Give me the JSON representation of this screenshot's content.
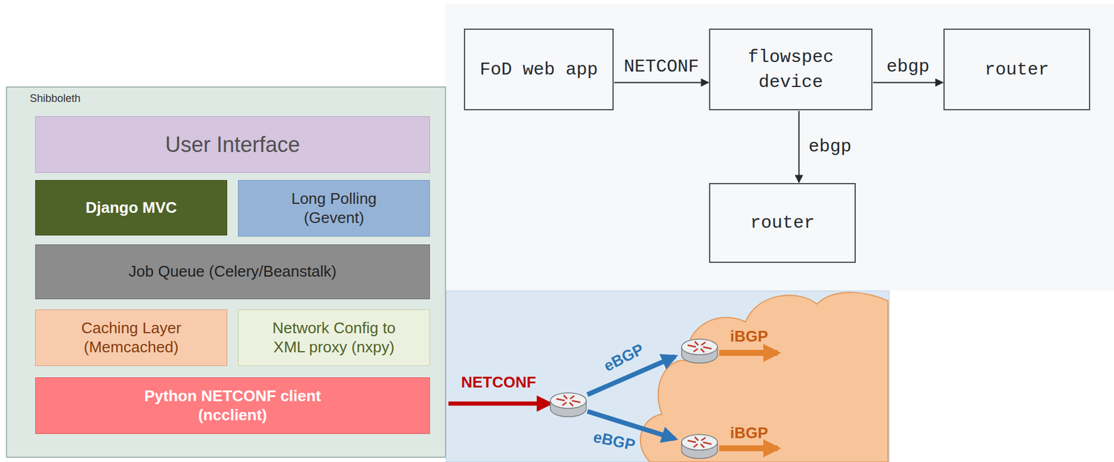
{
  "diagram": {
    "nodes": [
      {
        "text": [
          "Shibboleth"
        ]
      },
      {
        "text": [
          "User Interface"
        ],
        "in": 0
      },
      {
        "text": [
          "Django MVC"
        ],
        "in": 0
      },
      {
        "text": [
          "Long Polling (Gevent)"
        ],
        "in": 0
      },
      {
        "text": [
          "Job Queue (Celery/Beanstalk)"
        ],
        "in": 0
      },
      {
        "text": [
          "Caching Layer (Memcached)"
        ],
        "in": 0
      },
      {
        "text": [
          "Network Config to XML proxy (nxpy)"
        ],
        "in": 0
      },
      {
        "text": [
          "Python NETCONF client (ncclient)"
        ],
        "in": 0
      },
      {
        "text": [
          "FoD web app"
        ]
      },
      {
        "text": [
          "flowspec device"
        ]
      },
      {
        "text": [
          "router"
        ]
      },
      {
        "text": [
          "router"
        ]
      }
    ],
    "edges": [
      {
        "from": 8,
        "to": 9,
        "label": "NETCONF",
        "arrow": "to"
      },
      {
        "from": 9,
        "to": 10,
        "label": "ebgp",
        "arrow": "to"
      },
      {
        "from": 9,
        "to": 11,
        "label": "ebgp",
        "arrow": "to"
      }
    ],
    "labels": [
      "NETCONF",
      "eBGP",
      "eBGP",
      "iBGP",
      "iBGP"
    ]
  }
}
